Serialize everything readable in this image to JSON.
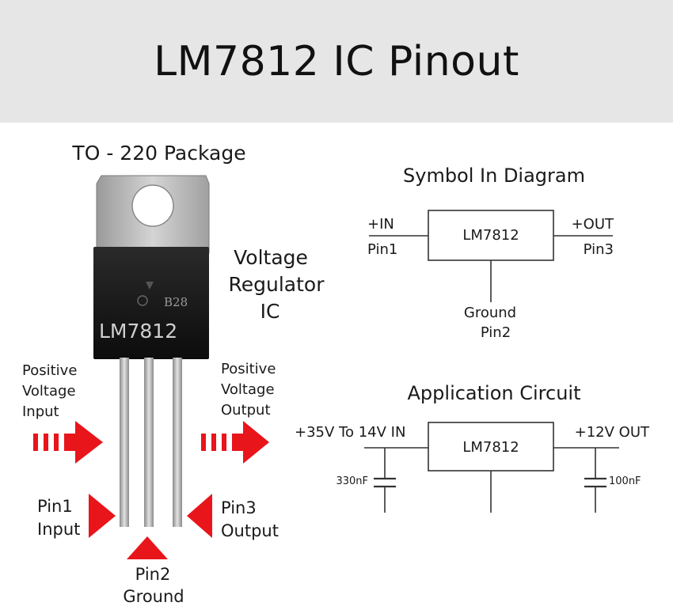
{
  "header": {
    "title": "LM7812 IC Pinout"
  },
  "package": {
    "title": "TO - 220 Package",
    "marking_code": "B28",
    "marking_part": "LM7812",
    "side_label": [
      "Voltage",
      "Regulator",
      "IC"
    ]
  },
  "left_callouts": {
    "input_arrow": [
      "Positive",
      "Voltage",
      "Input"
    ],
    "output_arrow": [
      "Positive",
      "Voltage",
      "Output"
    ],
    "pin1": [
      "Pin1",
      "Input"
    ],
    "pin2": [
      "Pin2",
      "Ground"
    ],
    "pin3": [
      "Pin3",
      "Output"
    ]
  },
  "symbol_diagram": {
    "title": "Symbol In Diagram",
    "chip": "LM7812",
    "in_label": "+IN",
    "in_pin": "Pin1",
    "out_label": "+OUT",
    "out_pin": "Pin3",
    "ground_label": "Ground",
    "ground_pin": "Pin2"
  },
  "application_circuit": {
    "title": "Application Circuit",
    "chip": "LM7812",
    "in_label": "+35V To 14V IN",
    "out_label": "+12V OUT",
    "cap_in": "330nF",
    "cap_out": "100nF"
  },
  "colors": {
    "arrow": "#e8151b",
    "header_bg": "#e6e6e6",
    "chip_body": "#111111",
    "tab": "#b8b8b8"
  }
}
